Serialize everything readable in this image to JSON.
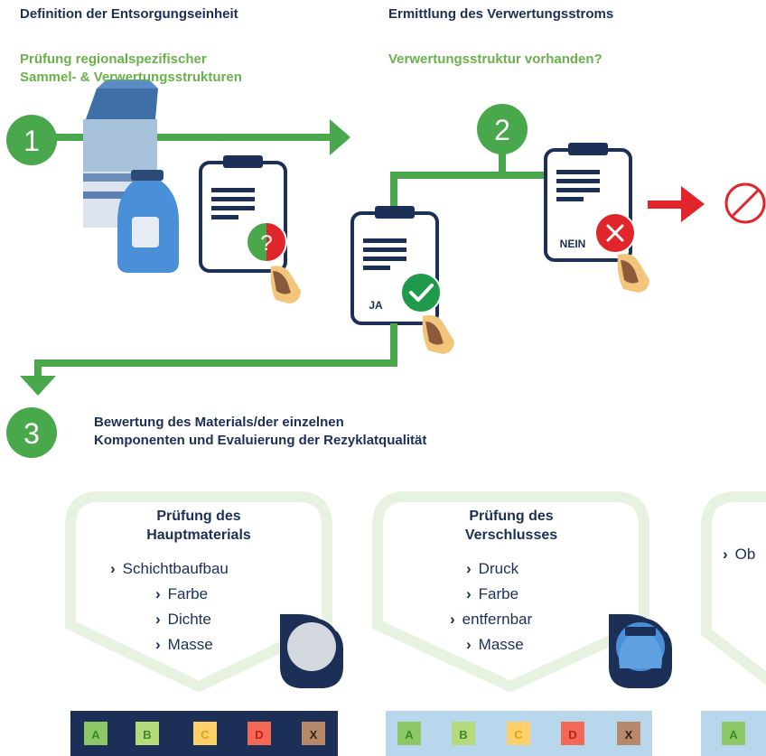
{
  "step1": {
    "number": "1",
    "heading": "Definition der Entsorgungseinheit",
    "subheading_line1": "Prüfung regionalspezifischer",
    "subheading_line2": "Sammel- & Verwertungsstrukturen",
    "question_mark": "?"
  },
  "step2": {
    "number": "2",
    "heading": "Ermittlung des Verwertungsstroms",
    "subheading": "Verwertungsstruktur vorhanden?",
    "yes_label": "JA",
    "no_label": "NEIN"
  },
  "step3": {
    "number": "3",
    "heading_line1": "Bewertung des Materials/der einzelnen",
    "heading_line2": "Komponenten und Evaluierung der Rezyklatqualität"
  },
  "boxes": [
    {
      "title_line1": "Prüfung des",
      "title_line2": "Hauptmaterials",
      "items": [
        "Schichtbaufbau",
        "Farbe",
        "Dichte",
        "Masse"
      ],
      "grades": [
        "A",
        "B",
        "C",
        "D",
        "X"
      ]
    },
    {
      "title_line1": "Prüfung des",
      "title_line2": "Verschlusses",
      "items": [
        "Druck",
        "Farbe",
        "entfernbar",
        "Masse"
      ],
      "grades": [
        "A",
        "B",
        "C",
        "D",
        "X"
      ]
    },
    {
      "items": [
        "Ob"
      ],
      "grades": [
        "A"
      ]
    }
  ],
  "colors": {
    "navy": "#1c2f57",
    "green": "#4aa84c",
    "light_green": "#6ab04c",
    "red": "#e0262b",
    "light_blue": "#b8d6ec",
    "grade_a": "#8cc866",
    "grade_b": "#b5da7c",
    "grade_c": "#fcd06a",
    "grade_d": "#f26a55",
    "grade_x": "#b5896a"
  }
}
